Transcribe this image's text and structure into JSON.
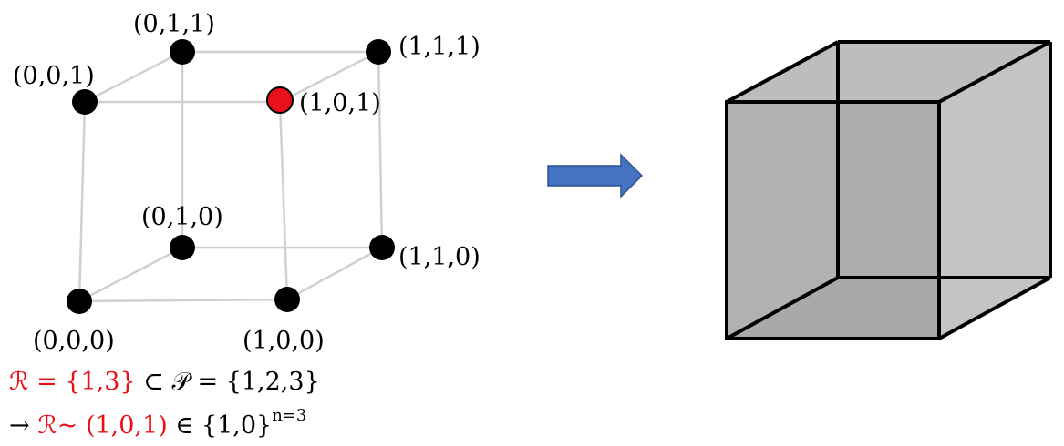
{
  "colors": {
    "cube_edges_left": "#d0d0d0",
    "vertex_fill": "#000000",
    "highlight_vertex_fill": "#e8101b",
    "highlight_text": "#e8101b",
    "arrow_fill": "#4673c1",
    "arrow_stroke": "#2f528f",
    "solid_cube_front": "#b0b0b0",
    "solid_cube_side": "#c4c4c4",
    "solid_cube_top": "#bdbdbd",
    "solid_cube_edges": "#000000"
  },
  "vertices": [
    {
      "label": "(0,1,1)",
      "highlighted": false
    },
    {
      "label": "(1,1,1)",
      "highlighted": false
    },
    {
      "label": "(0,0,1)",
      "highlighted": false
    },
    {
      "label": "(1,0,1)",
      "highlighted": true
    },
    {
      "label": "(0,1,0)",
      "highlighted": false
    },
    {
      "label": "(1,1,0)",
      "highlighted": false
    },
    {
      "label": "(0,0,0)",
      "highlighted": false
    },
    {
      "label": "(1,0,0)",
      "highlighted": false
    }
  ],
  "formula": {
    "line1": {
      "r_set": "ℛ = {1,3}",
      "subset": " ⊂ ",
      "p_set": "𝒫 = {1,2,3}"
    },
    "line2": {
      "arrow": "→ ",
      "r_tilde": "ℛ~ (1,0,1)",
      "element_of": " ∈ {1,0}",
      "exponent": "n=3"
    }
  }
}
